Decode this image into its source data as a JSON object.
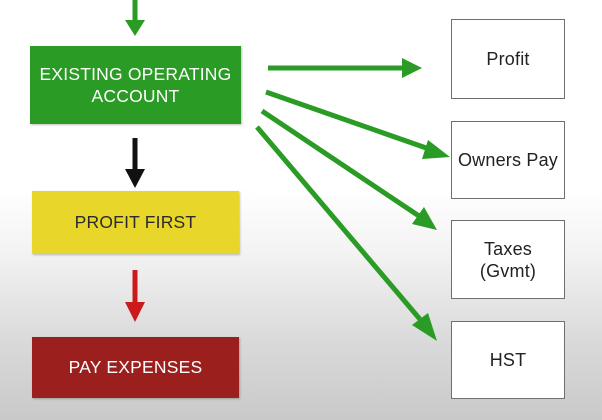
{
  "colors": {
    "operating_account": "#2a9b25",
    "profit_first": "#e8d62a",
    "pay_expenses": "#9a1f1d",
    "green_arrow": "#2a9b25",
    "black_arrow": "#111111",
    "red_arrow": "#cc1a1a",
    "outbox_border": "#6f6f6f"
  },
  "flow": {
    "operating_account": "EXISTING OPERATING\nACCOUNT",
    "profit_first": "PROFIT FIRST",
    "pay_expenses": "PAY EXPENSES"
  },
  "allocations": [
    {
      "label": "Profit"
    },
    {
      "label": "Owners Pay"
    },
    {
      "label": "Taxes\n(Gvmt)"
    },
    {
      "label": "HST"
    }
  ],
  "icons": {
    "incoming": "arrow-down-icon",
    "to_profit_first": "arrow-down-icon",
    "to_pay_expenses": "arrow-down-icon",
    "to_allocations": "arrow-right-icon"
  }
}
